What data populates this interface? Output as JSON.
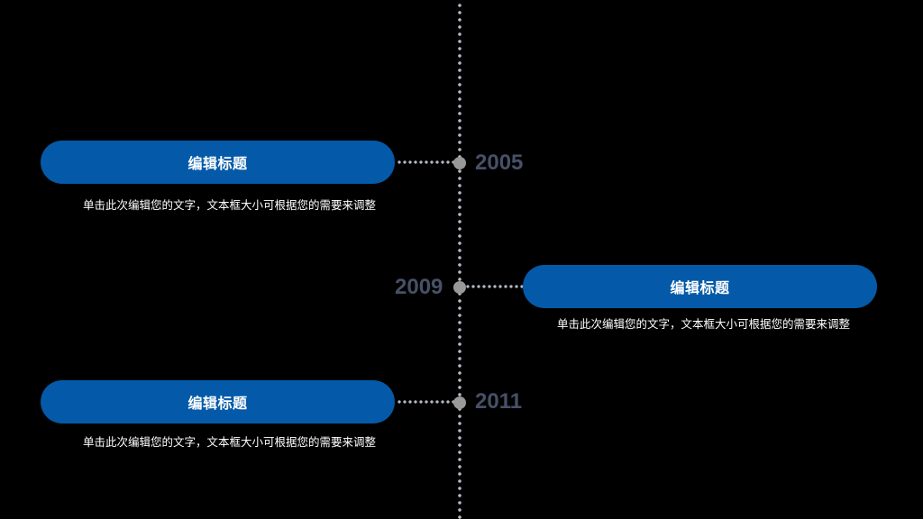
{
  "colors": {
    "background": "#000000",
    "pill": "#045aa8",
    "year_text": "#475066",
    "axis_dots": "#b4bac4",
    "node": "#999999"
  },
  "events": [
    {
      "year": "2005",
      "title": "编辑标题",
      "description": "单击此次编辑您的文字，文本框大小可根据您的需要来调整"
    },
    {
      "year": "2009",
      "title": "编辑标题",
      "description": "单击此次编辑您的文字，文本框大小可根据您的需要来调整"
    },
    {
      "year": "2011",
      "title": "编辑标题",
      "description": "单击此次编辑您的文字，文本框大小可根据您的需要来调整"
    }
  ]
}
